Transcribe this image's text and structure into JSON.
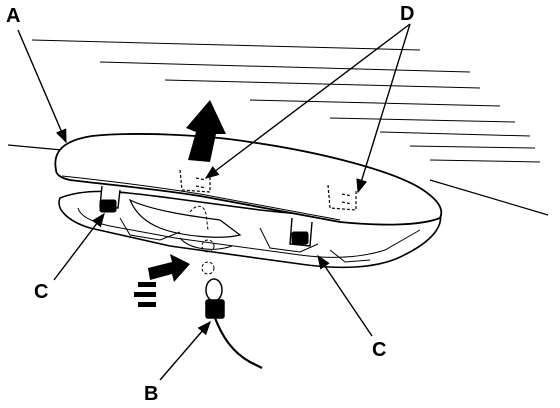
{
  "labels": {
    "a": "A",
    "b": "B",
    "c_left": "C",
    "c_right": "C",
    "d": "D"
  },
  "colors": {
    "ink": "#000000",
    "paper": "#ffffff"
  }
}
